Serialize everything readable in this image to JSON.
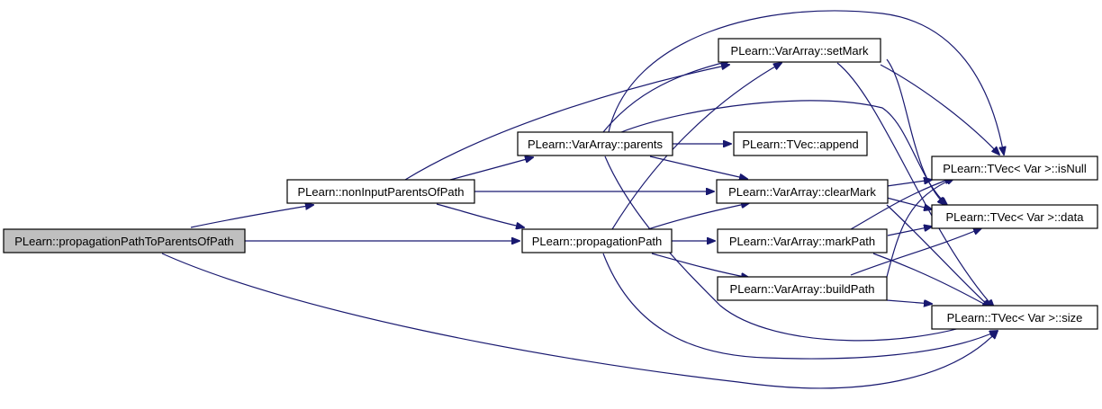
{
  "graph": {
    "nodes": {
      "root": "PLearn::propagationPathToParentsOfPath",
      "nonInput": "PLearn::nonInputParentsOfPath",
      "propPath": "PLearn::propagationPath",
      "parents": "PLearn::VarArray::parents",
      "setMark": "PLearn::VarArray::setMark",
      "append": "PLearn::TVec::append",
      "clearMark": "PLearn::VarArray::clearMark",
      "markPath": "PLearn::VarArray::markPath",
      "buildPath": "PLearn::VarArray::buildPath",
      "isNull": "PLearn::TVec< Var >::isNull",
      "dataFn": "PLearn::TVec< Var >::data",
      "size": "PLearn::TVec< Var >::size"
    }
  },
  "colors": {
    "edge": "#191970",
    "root_fill": "#bfbfbf",
    "node_fill": "#ffffff",
    "border": "#000000"
  }
}
